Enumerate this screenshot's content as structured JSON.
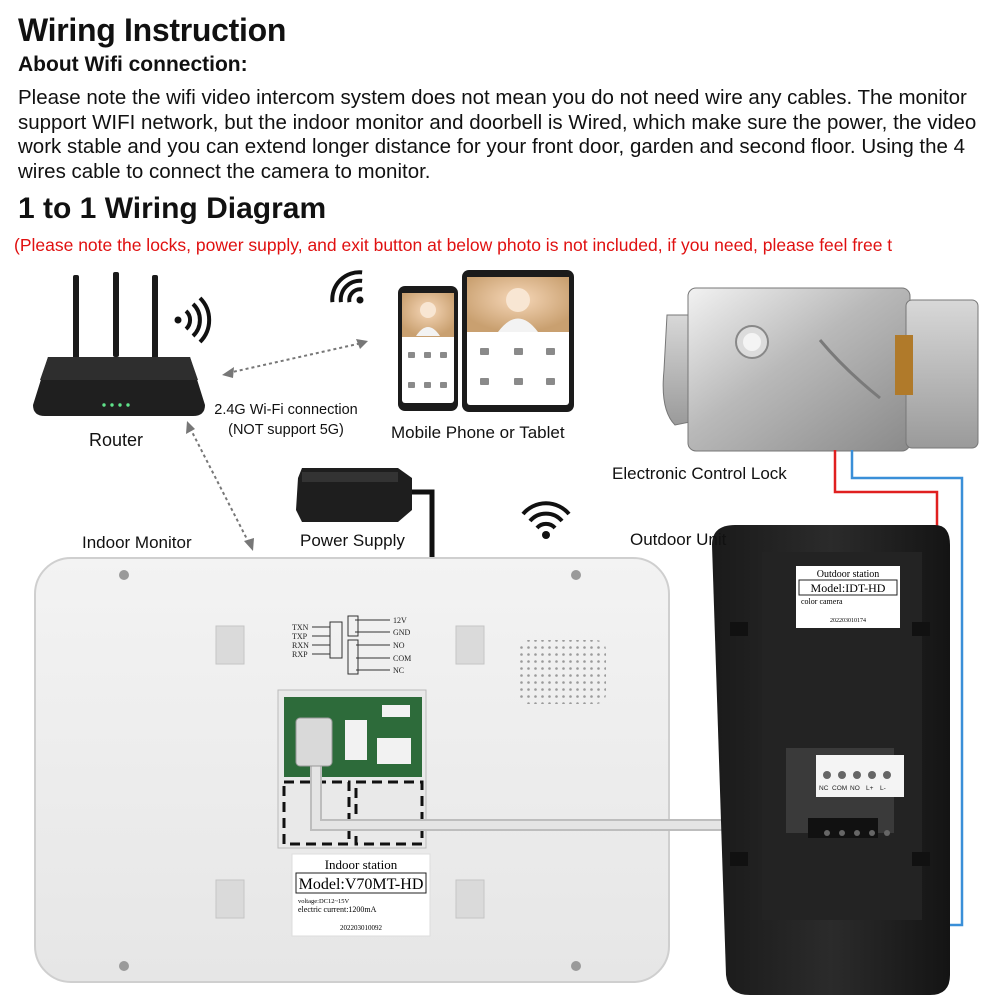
{
  "header": {
    "title": "Wiring Instruction",
    "subtitle": "About Wifi connection:",
    "paragraph": "Please note the wifi video intercom system does not mean you do not need wire any cables. The monitor support WIFI network, but the indoor monitor and doorbell is Wired, which make sure the power, the video work stable and you can extend longer distance for your front door, garden and second floor. Using the 4 wires cable to connect the camera to monitor.",
    "diagram_title": "1 to 1 Wiring Diagram",
    "note": "(Please note the locks, power supply, and exit button at below photo is not included, if you need, please feel free t"
  },
  "labels": {
    "router": "Router",
    "wifi_connection": "2.4G Wi-Fi connection",
    "wifi_note": "(NOT support 5G)",
    "mobile": "Mobile Phone or Tablet",
    "lock": "Electronic Control Lock",
    "indoor_monitor": "Indoor Monitor",
    "power_supply": "Power Supply",
    "outdoor_unit": "Outdoor Unit"
  },
  "indoor_label": {
    "title": "Indoor station",
    "model": "Model:V70MT-HD",
    "voltage": "voltage:DC12~15V",
    "current": "electric current:1200mA",
    "serial": "202203010092"
  },
  "indoor_terminals_left": [
    "TXN",
    "TXP",
    "RXN",
    "RXP"
  ],
  "indoor_terminals_right": [
    "12V",
    "GND",
    "NO",
    "COM",
    "NC"
  ],
  "outdoor_label": {
    "title": "Outdoor station",
    "model": "Model:IDT-HD",
    "type": "color camera",
    "serial": "202203010174"
  },
  "outdoor_terminals": [
    "NC",
    "COM",
    "NO",
    "L+",
    "L-"
  ],
  "colors": {
    "note_red": "#e01010",
    "wire_red": "#e02020",
    "wire_blue": "#3a8fd8",
    "cable_gray": "#cfcfcf"
  }
}
